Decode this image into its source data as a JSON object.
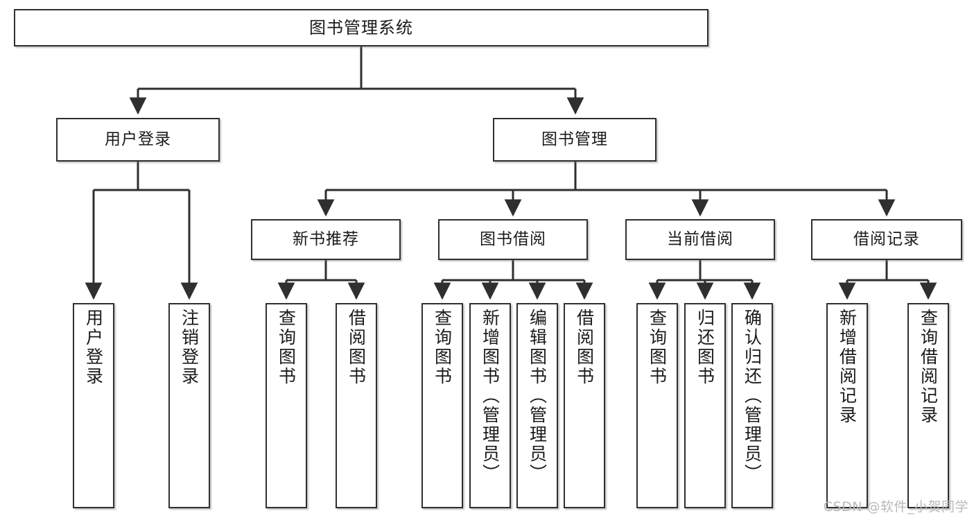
{
  "diagram": {
    "type": "tree",
    "title": "图书管理系统",
    "watermark": "CSDN @软件_小贺同学",
    "colors": {
      "box_border": "#2f2f2f",
      "box_fill": "#ffffff",
      "edge": "#2f2f2f",
      "text": "#1a1a1a",
      "watermark": "#b9b9b9"
    },
    "nodes": {
      "root": {
        "label": "图书管理系统"
      },
      "level1": [
        {
          "id": "user-login",
          "label": "用户登录"
        },
        {
          "id": "book-manage",
          "label": "图书管理"
        }
      ],
      "level2": [
        {
          "id": "new-book-rec",
          "label": "新书推荐"
        },
        {
          "id": "book-borrow",
          "label": "图书借阅"
        },
        {
          "id": "current-borrow",
          "label": "当前借阅"
        },
        {
          "id": "borrow-record",
          "label": "借阅记录"
        }
      ],
      "leaves": {
        "user-login": [
          {
            "id": "leaf-user-login",
            "label": "用户登录"
          },
          {
            "id": "leaf-logout",
            "label": "注销登录"
          }
        ],
        "new-book-rec": [
          {
            "id": "leaf-query-book-1",
            "label": "查询图书"
          },
          {
            "id": "leaf-borrow-book-1",
            "label": "借阅图书"
          }
        ],
        "book-borrow": [
          {
            "id": "leaf-query-book-2",
            "label": "查询图书"
          },
          {
            "id": "leaf-add-book",
            "label": "新增图书（管理员）"
          },
          {
            "id": "leaf-edit-book",
            "label": "编辑图书（管理员）"
          },
          {
            "id": "leaf-borrow-book-2",
            "label": "借阅图书"
          }
        ],
        "current-borrow": [
          {
            "id": "leaf-query-book-3",
            "label": "查询图书"
          },
          {
            "id": "leaf-return-book",
            "label": "归还图书"
          },
          {
            "id": "leaf-confirm-return",
            "label": "确认归还（管理员）"
          }
        ],
        "borrow-record": [
          {
            "id": "leaf-add-record",
            "label": "新增借阅记录"
          },
          {
            "id": "leaf-query-record",
            "label": "查询借阅记录"
          }
        ]
      }
    }
  }
}
